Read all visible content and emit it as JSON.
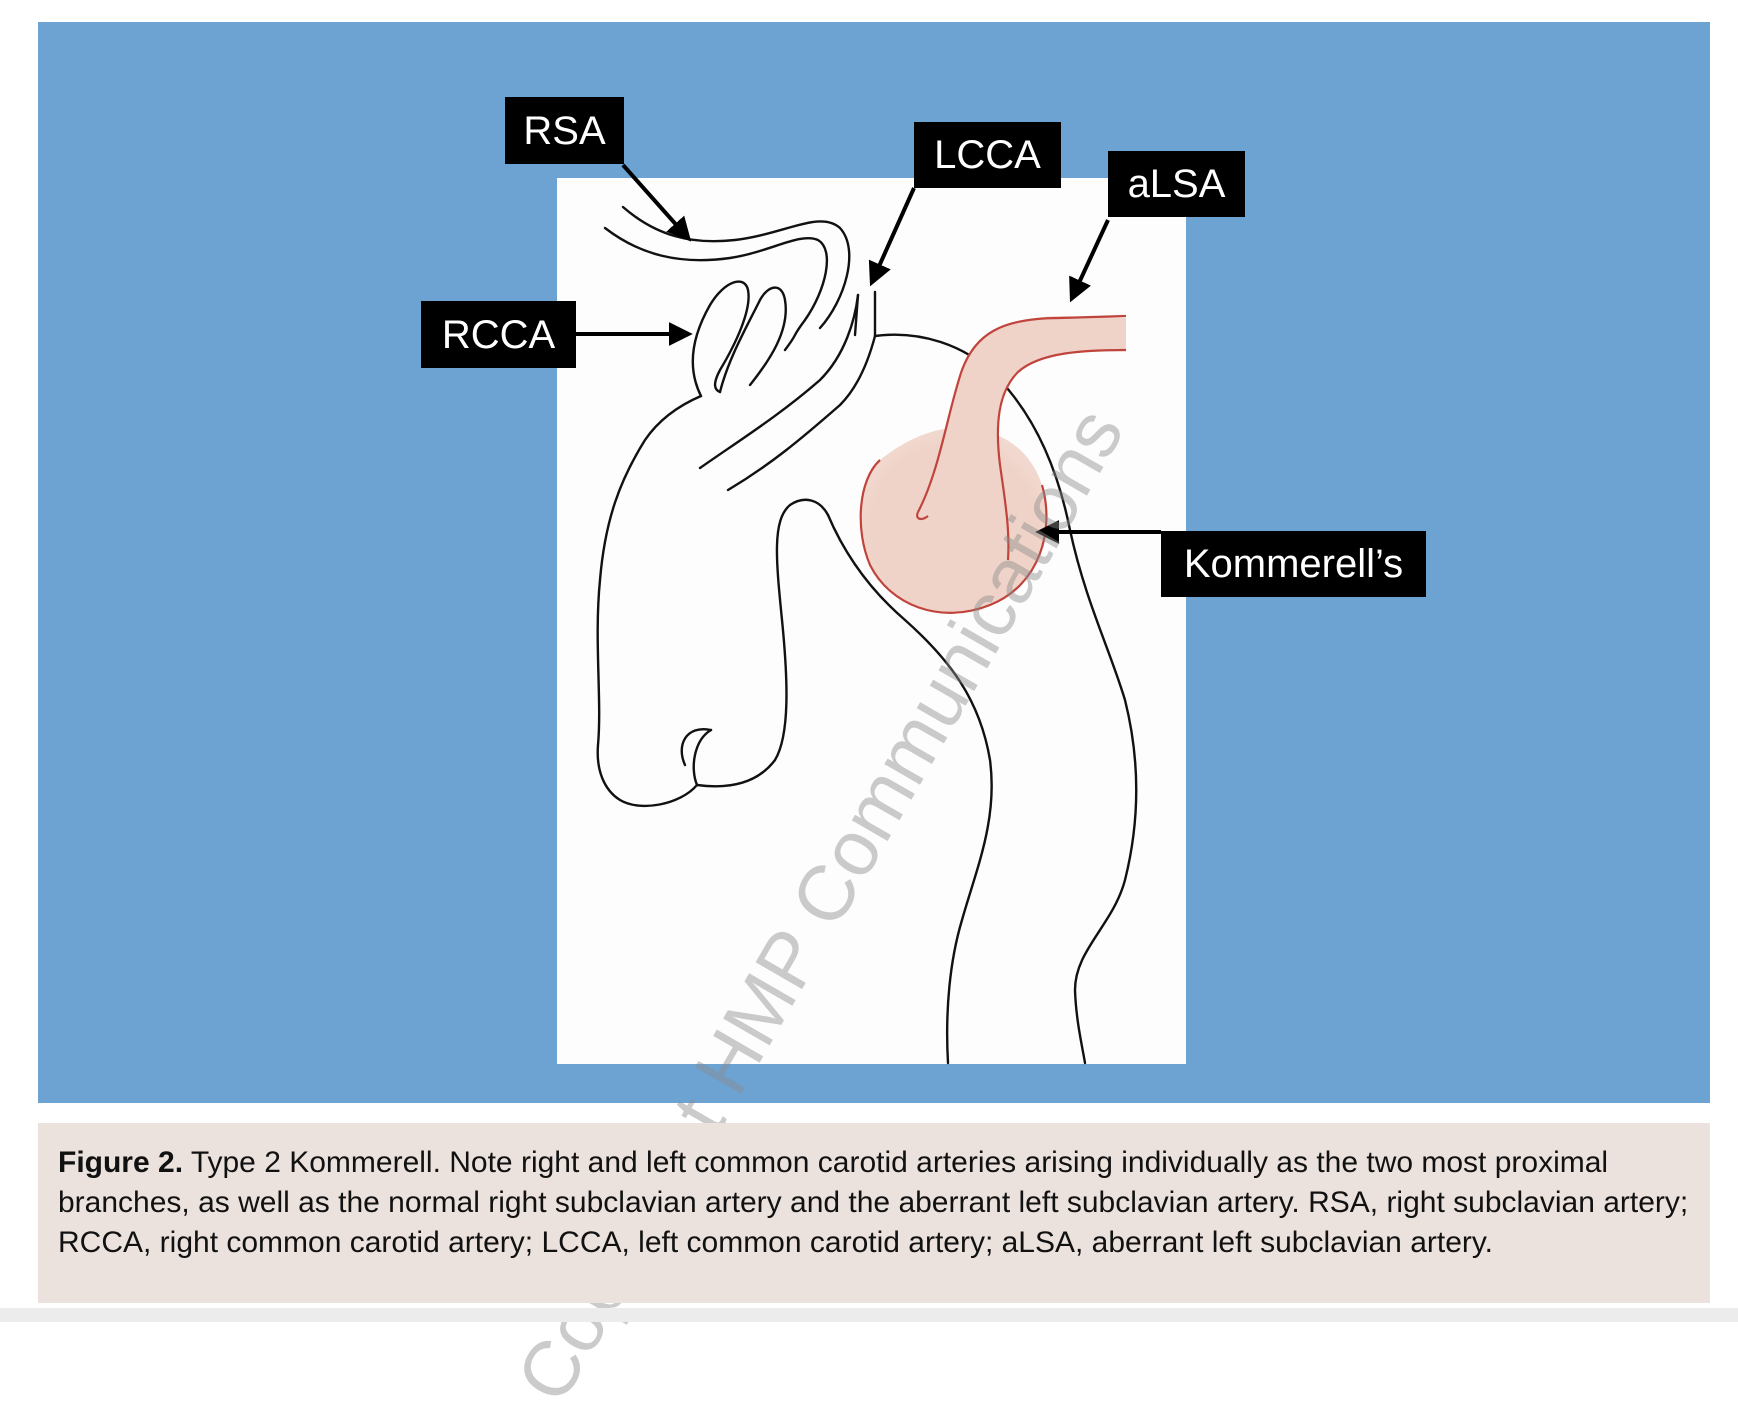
{
  "labels": {
    "rsa": "RSA",
    "lcca": "LCCA",
    "alsa": "aLSA",
    "rcca": "RCCA",
    "kommerell": "Kommerell’s"
  },
  "caption": {
    "label": "Figure 2.",
    "text": " Type 2 Kommerell. Note right and left common carotid arteries arising individually as the two most proximal branches, as well as the normal right subclavian artery and the aberrant left subclavian artery. RSA, right subclavian artery; RCCA, right common carotid artery; LCCA, left common carotid artery; aLSA, aberrant left subclavian artery."
  },
  "watermark": "Copyright HMP Communications",
  "colors": {
    "panel_background": "#6ca3d3",
    "canvas_background": "#fdfdfd",
    "label_background": "#000000",
    "label_text": "#ffffff",
    "aberrant_vessel_fill": "#efd3c8",
    "aberrant_vessel_outline": "#c0443c",
    "caption_background": "#ebe1dd"
  }
}
